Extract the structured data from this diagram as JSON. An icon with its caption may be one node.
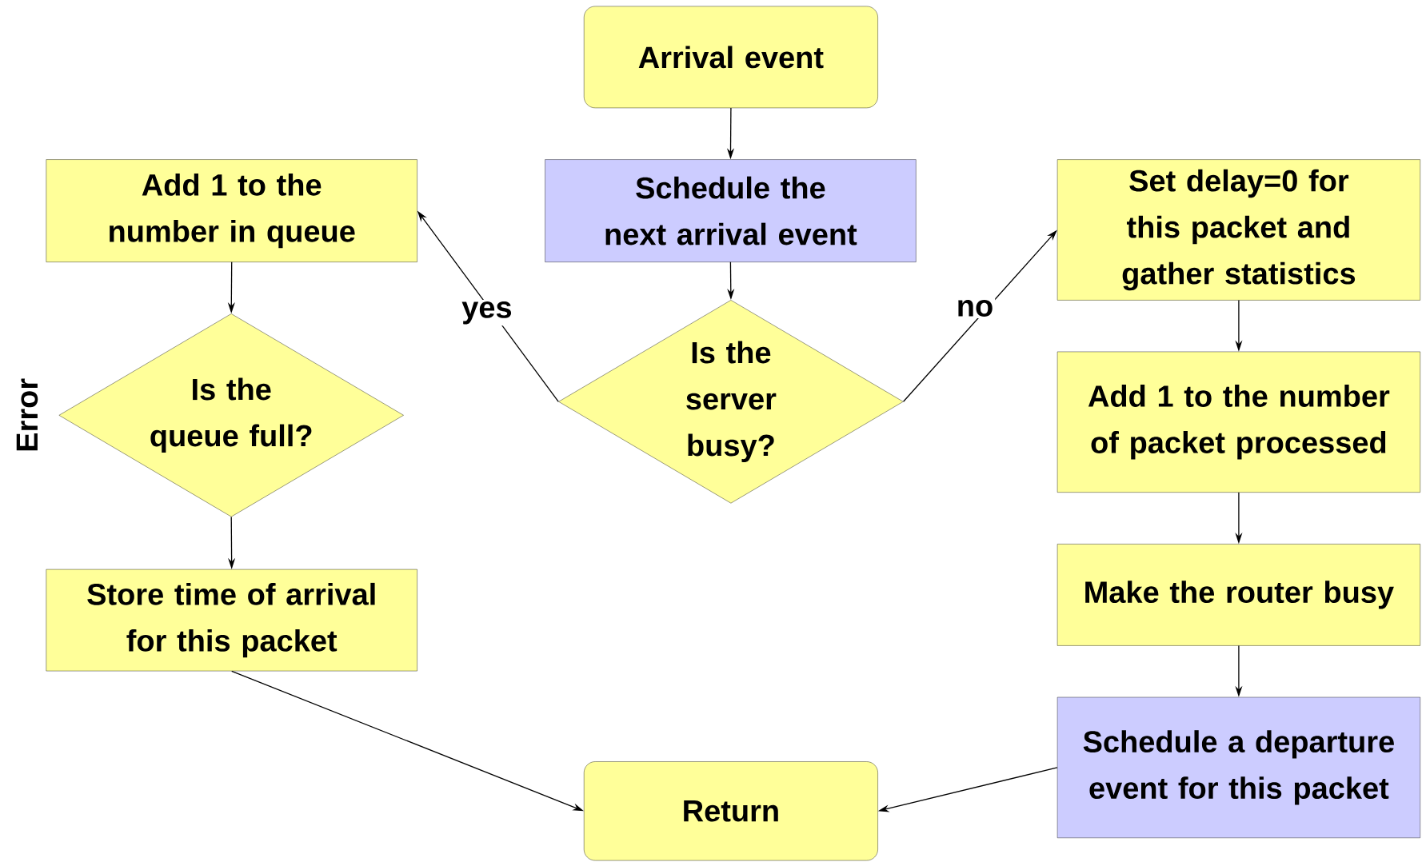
{
  "diagram": {
    "nodes": [
      {
        "text": [
          "Arrival event"
        ]
      },
      {
        "text": [
          "Schedule the next arrival event"
        ]
      },
      {
        "text": [
          "Is the server busy?"
        ]
      },
      {
        "text": [
          "Add 1 to the number in queue"
        ]
      },
      {
        "text": [
          "Is the queue full?"
        ]
      },
      {
        "text": [
          "Store time of arrival for this packet"
        ]
      },
      {
        "text": [
          "Set delay=0 for this packet and gather statistics"
        ]
      },
      {
        "text": [
          "Add 1 to the number of packet processed"
        ]
      },
      {
        "text": [
          "Make the router busy"
        ]
      },
      {
        "text": [
          "Schedule a departure event for this packet"
        ]
      },
      {
        "text": [
          "Return"
        ]
      }
    ],
    "edges": [
      {
        "from": 0,
        "to": 1,
        "arrow": "to"
      },
      {
        "from": 1,
        "to": 2,
        "arrow": "to"
      },
      {
        "from": 2,
        "to": 3,
        "arrow": "to",
        "label": "yes"
      },
      {
        "from": 2,
        "to": 6,
        "arrow": "to",
        "label": "no"
      },
      {
        "from": 3,
        "to": 4,
        "arrow": "to"
      },
      {
        "from": 4,
        "to": 5,
        "arrow": "to"
      },
      {
        "from": 5,
        "to": 10,
        "arrow": "to"
      },
      {
        "from": 6,
        "to": 7,
        "arrow": "to"
      },
      {
        "from": 7,
        "to": 8,
        "arrow": "to"
      },
      {
        "from": 8,
        "to": 9,
        "arrow": "to"
      },
      {
        "from": 9,
        "to": 10,
        "arrow": "to"
      }
    ],
    "labels": [
      "Error"
    ]
  }
}
